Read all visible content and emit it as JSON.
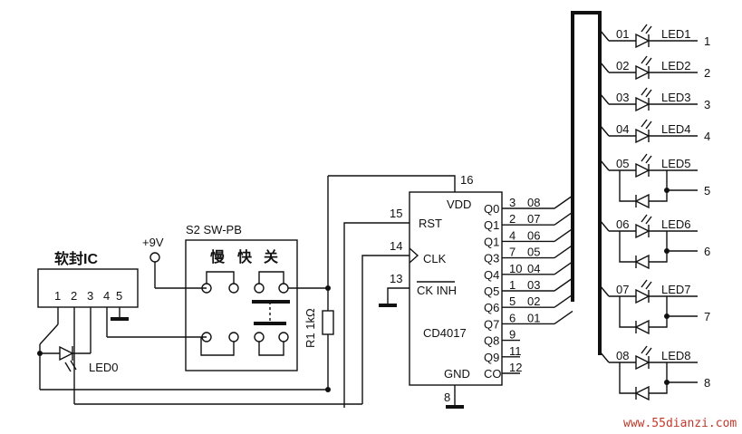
{
  "soft_ic": {
    "label": "软封IC",
    "pins": [
      "1",
      "2",
      "3",
      "4",
      "5"
    ]
  },
  "power": {
    "label": "+9V"
  },
  "switch": {
    "label": "S2 SW-PB",
    "buttons": [
      "慢",
      "快",
      "关"
    ]
  },
  "resistor": {
    "label": "R1 1kΩ"
  },
  "led0": {
    "label": "LED0"
  },
  "chip": {
    "name": "CD4017",
    "vdd": "VDD",
    "gnd": "GND",
    "rst": "RST",
    "clk": "CLK",
    "ckinh": "CK INH",
    "pin_vdd": "16",
    "pin_rst": "15",
    "pin_clk": "14",
    "pin_ckinh": "13",
    "pin_gnd": "8",
    "outputs": [
      {
        "name": "Q0",
        "pin": "3",
        "net": "08"
      },
      {
        "name": "Q1",
        "pin": "2",
        "net": "07"
      },
      {
        "name": "Q1",
        "pin": "4",
        "net": "06"
      },
      {
        "name": "Q3",
        "pin": "7",
        "net": "05"
      },
      {
        "name": "Q4",
        "pin": "10",
        "net": "04"
      },
      {
        "name": "Q5",
        "pin": "1",
        "net": "03"
      },
      {
        "name": "Q6",
        "pin": "5",
        "net": "02"
      },
      {
        "name": "Q7",
        "pin": "6",
        "net": "01"
      },
      {
        "name": "Q8",
        "pin": "9",
        "net": ""
      },
      {
        "name": "Q9",
        "pin": "11",
        "net": ""
      },
      {
        "name": "CO",
        "pin": "12",
        "net": ""
      }
    ]
  },
  "leds": [
    {
      "net": "01",
      "name": "LED1",
      "terminal": "1"
    },
    {
      "net": "02",
      "name": "LED2",
      "terminal": "2"
    },
    {
      "net": "03",
      "name": "LED3",
      "terminal": "3"
    },
    {
      "net": "04",
      "name": "LED4",
      "terminal": "4"
    },
    {
      "net": "05",
      "name": "LED5",
      "terminal": "5"
    },
    {
      "net": "06",
      "name": "LED6",
      "terminal": "6"
    },
    {
      "net": "07",
      "name": "LED7",
      "terminal": "7"
    },
    {
      "net": "08",
      "name": "LED8",
      "terminal": "8"
    }
  ],
  "watermark": "www.55dianzi.com"
}
